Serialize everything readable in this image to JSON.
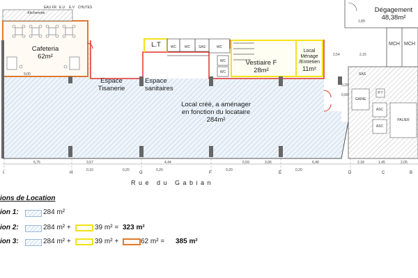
{
  "rooms": {
    "kitchenette": "Kitchenette",
    "cafeteria": "Cafeteria",
    "cafeteria_area": "62m²",
    "espace_tisanerie_1": "Espace",
    "espace_tisanerie_2": "Tisanerie",
    "lt": "L.T",
    "espace_sanitaires_1": "Espace",
    "espace_sanitaires_2": "sanitaires",
    "vestiaire": "Vestiaire F",
    "vestiaire_area": "28m²",
    "local_menage_1": "Local",
    "local_menage_2": "Ménage",
    "local_menage_3": "/Entretien",
    "local_menage_area": "11m²",
    "main_1": "Local créé, a aménager",
    "main_2": "en fonction du locataire",
    "main_area": "284m²",
    "degagement": "Dégagement",
    "degagement_area": "48,38m²",
    "mch_1": "MCH",
    "mch_2": "MCH",
    "top_labels": [
      "EAU FR",
      "E.U",
      "E.V",
      "CHUTES"
    ],
    "wc_1": "WC",
    "wc_2": "WC",
    "sas": "SAS",
    "wc_3": "WC",
    "wc_4": "WC",
    "wc_5": "WC",
    "asc_1": "ASC",
    "asc_2": "ASC",
    "palier": "PALIER",
    "sas_2": "SAS",
    "gaine": "GAINE",
    "pt": "P.T"
  },
  "dimensions": {
    "bottom": [
      "6,75",
      "3,57",
      "0,10",
      "0,20",
      "4,44",
      "0,20",
      "6,59",
      "0,20",
      "3,06",
      "0,20",
      "6,48",
      "2,18",
      "1,45",
      "2,05"
    ],
    "side": [
      "1,89",
      "2,54",
      "2,15",
      "0,20",
      "9,00",
      "0,60"
    ]
  },
  "axes": [
    "I",
    "H",
    "G",
    "F",
    "E",
    "D",
    "C",
    "B"
  ],
  "street": "Rue du Gabian",
  "legend": {
    "title": "ions de Location",
    "options": [
      {
        "label": "ion 1:",
        "parts": [
          "284 m²"
        ],
        "total": ""
      },
      {
        "label": "ion 2:",
        "parts": [
          "284 m² +",
          "39 m² ="
        ],
        "total": "323 m²"
      },
      {
        "label": "ion 3:",
        "parts": [
          "284 m² +",
          "39 m² +",
          "62 m² ="
        ],
        "total": "385 m²"
      }
    ]
  },
  "colors": {
    "hatch": "#9bb8d6",
    "red": "#e0302a",
    "orange": "#e07a2c",
    "yellow": "#f2e21a",
    "wall": "#555555"
  }
}
